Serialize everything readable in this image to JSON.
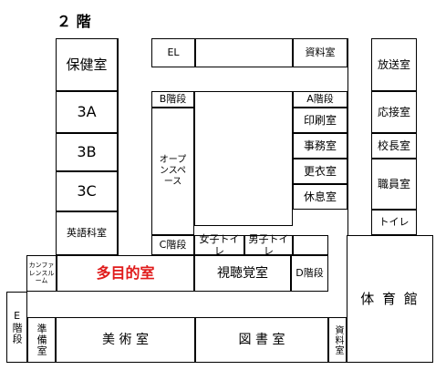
{
  "floor_title": "２ 階",
  "accent_color": "#e01b1b",
  "rooms": {
    "hoken": "保健室",
    "room_3a": "3A",
    "room_3b": "3B",
    "room_3c": "3C",
    "eigo": "英語科室",
    "conference": "カンファレンスルーム",
    "mokuteki": "多目的室",
    "shichokaku": "視聴覚室",
    "d_stairs": "D階段",
    "e_stairs": "E階段",
    "junbi": "準備室",
    "bijutsu": "美 術 室",
    "toshoshitsu": "図 書 室",
    "shiryo_bottom": "資料室",
    "el": "EL",
    "shiryo_top": "資料室",
    "b_stairs": "B階段",
    "a_stairs": "A階段",
    "open_space": "オープンスペース",
    "insatsu": "印刷室",
    "jimu": "事務室",
    "koui": "更衣室",
    "kyusoku": "休息室",
    "c_stairs": "C階段",
    "girls_toilet": "女子トイレ",
    "boys_toilet": "男子トイレ",
    "hoso": "放送室",
    "osetsu": "応接室",
    "kocho": "校長室",
    "shokuin": "職員室",
    "toilet": "トイレ",
    "gym": "体 育 館"
  }
}
